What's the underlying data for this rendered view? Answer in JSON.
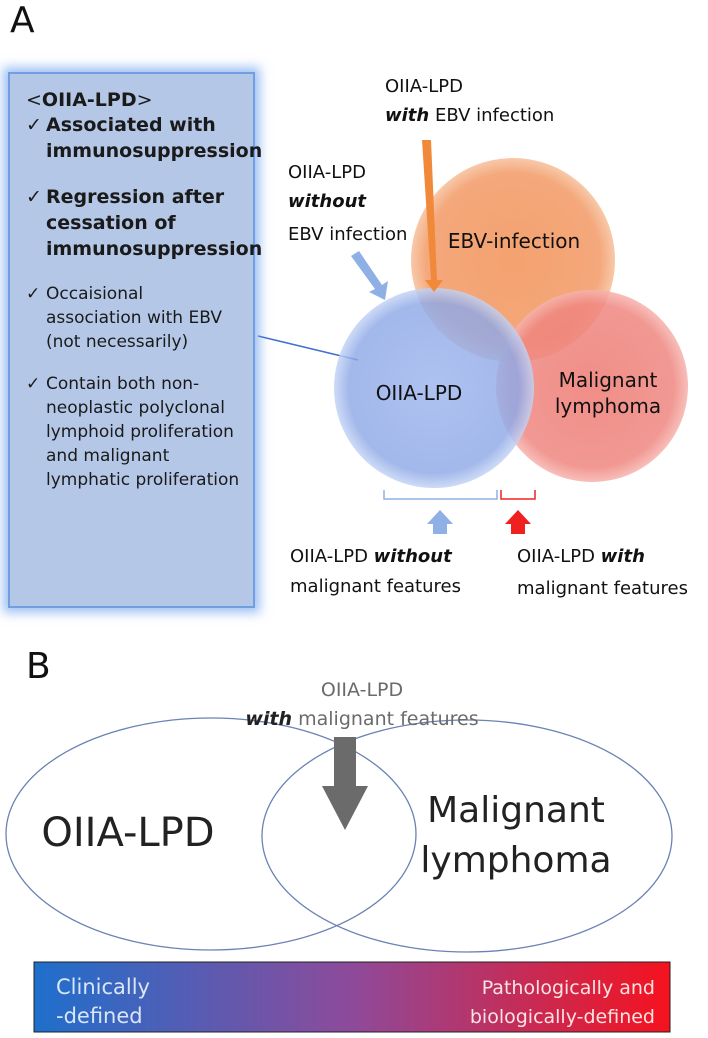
{
  "panel_a": {
    "label": "A",
    "box": {
      "title_open": "<",
      "title_bold": "OIIA-LPD",
      "title_close": ">",
      "items": [
        {
          "check": "✓",
          "text": "Associated with immunosuppression"
        },
        {
          "check": "✓",
          "text": "Regression after cessation of immunosuppression"
        },
        {
          "check": "✓",
          "text": "Occaisional association with EBV (not necessarily)"
        },
        {
          "check": "✓",
          "text": "Contain both non-neoplastic polyclonal lymphoid proliferation and malignant lymphatic proliferation"
        }
      ]
    },
    "circles": {
      "oiia": "OIIA-LPD",
      "ebv": "EBV-infection",
      "malignant_line1": "Malignant",
      "malignant_line2": "lymphoma"
    },
    "callouts": {
      "with_ebv": {
        "line1": "OIIA-LPD",
        "emph": "with",
        "rest": " EBV infection"
      },
      "without_ebv": {
        "line1": "OIIA-LPD",
        "emph": "without",
        "line3": "EBV infection"
      },
      "without_malignant": {
        "pre": "OIIA-LPD ",
        "emph": "without",
        "line2": "malignant features"
      },
      "with_malignant": {
        "pre": "OIIA-LPD ",
        "emph": "with",
        "line2": "malignant features"
      }
    },
    "colors": {
      "blue_circle": "#8fa9e8",
      "orange_circle": "#f5a06c",
      "red_circle": "#ef7f78",
      "orange_arrow": "#f0893a",
      "blue_arrow": "#8fb0e4",
      "red_arrow": "#f02020"
    }
  },
  "panel_b": {
    "label": "B",
    "callout": {
      "line1": "OIIA-LPD",
      "emph": "with",
      "rest": " malignant features"
    },
    "left_ellipse": "OIIA-LPD",
    "right_line1": "Malignant",
    "right_line2": "lymphoma",
    "gradient_bar": {
      "left_line1": "Clinically",
      "left_line2": "-defined",
      "right_line1": "Pathologically  and",
      "right_line2": "biologically-defined",
      "color_start": "#1e6fcc",
      "color_end": "#f5121e"
    },
    "colors": {
      "ellipse_stroke": "#6b82b4",
      "arrow": "#6b6b6b"
    }
  }
}
